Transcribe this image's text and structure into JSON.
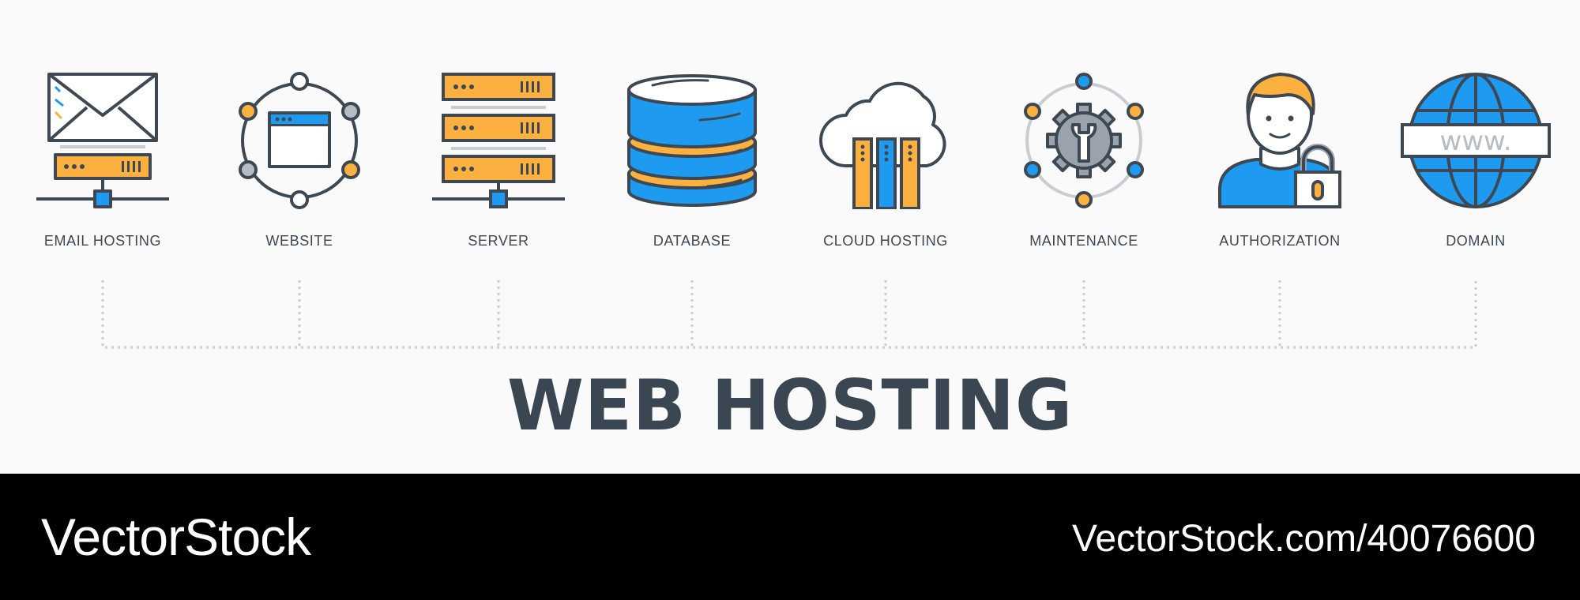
{
  "colors": {
    "stroke": "#3d4852",
    "blue": "#1e9bf0",
    "orange": "#fbb040",
    "gray": "#b5bcc4",
    "background": "#fafafa",
    "footer": "#000000"
  },
  "items": [
    {
      "label": "EMAIL HOSTING",
      "icon": "email-server-icon"
    },
    {
      "label": "WEBSITE",
      "icon": "website-network-icon"
    },
    {
      "label": "SERVER",
      "icon": "server-rack-icon"
    },
    {
      "label": "DATABASE",
      "icon": "database-icon"
    },
    {
      "label": "CLOUD HOSTING",
      "icon": "cloud-hosting-icon"
    },
    {
      "label": "MAINTENANCE",
      "icon": "gear-wrench-icon"
    },
    {
      "label": "AUTHORIZATION",
      "icon": "user-lock-icon"
    },
    {
      "label": "DOMAIN",
      "icon": "globe-www-icon"
    }
  ],
  "title": "WEB HOSTING",
  "footer": {
    "brand": "VectorStock",
    "url": "VectorStock.com/40076600"
  },
  "domain_icon_text": "www."
}
